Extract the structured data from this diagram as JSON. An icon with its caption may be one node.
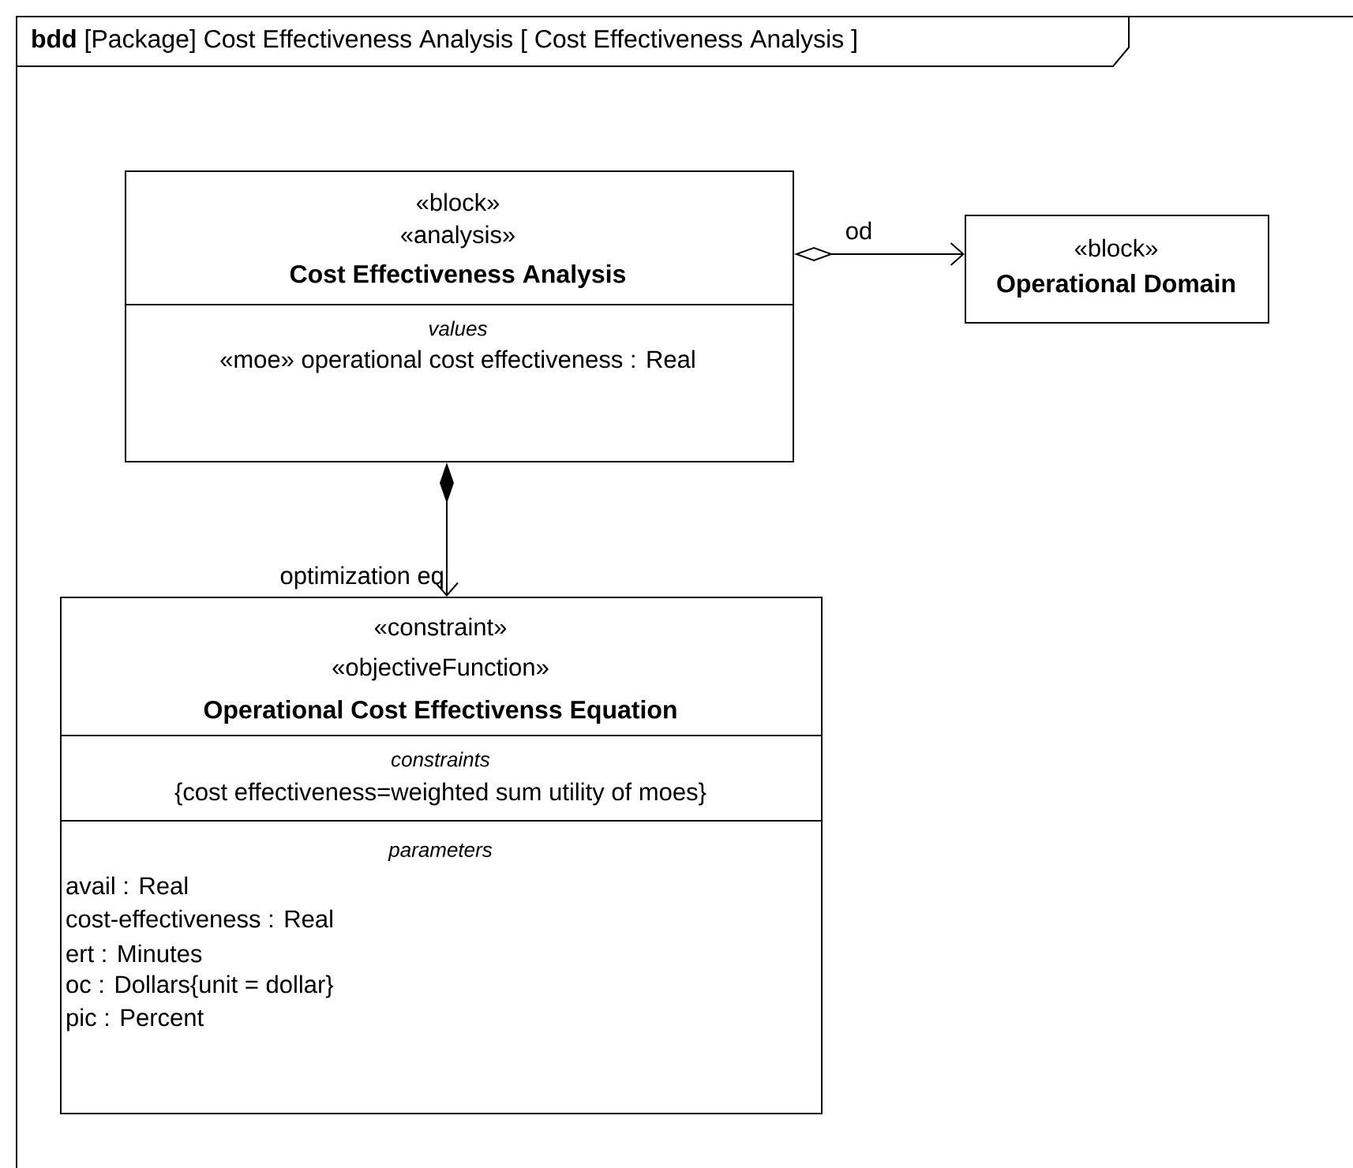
{
  "diagram": {
    "nodes": [
      {
        "text": [
          "**bdd** [Package] Cost Effectiveness Analysis [ Cost Effectiveness Analysis ]"
        ]
      },
      {
        "text": [
          "«block»",
          "«analysis»",
          "Cost Effectiveness Analysis",
          "values",
          "«moe» operational cost effectiveness : Real"
        ],
        "in": 0
      },
      {
        "text": [
          "«block»",
          "Operational Domain"
        ],
        "in": 0
      },
      {
        "text": [
          "«constraint»",
          "«objectiveFunction»",
          "Operational Cost Effectivenss Equation",
          "constraints",
          "{cost effectiveness=weighted sum utility of moes}",
          "parameters",
          "avail : Real",
          "cost-effectiveness : Real",
          "ert : Minutes",
          "oc : Dollars{unit = dollar}",
          "pic : Percent"
        ],
        "in": 0
      }
    ],
    "edges": [
      {
        "from": 1,
        "to": 2,
        "arrow": "to",
        "label": "od"
      },
      {
        "from": 1,
        "to": 3,
        "arrow": "to",
        "label": "optimization eq"
      }
    ]
  }
}
